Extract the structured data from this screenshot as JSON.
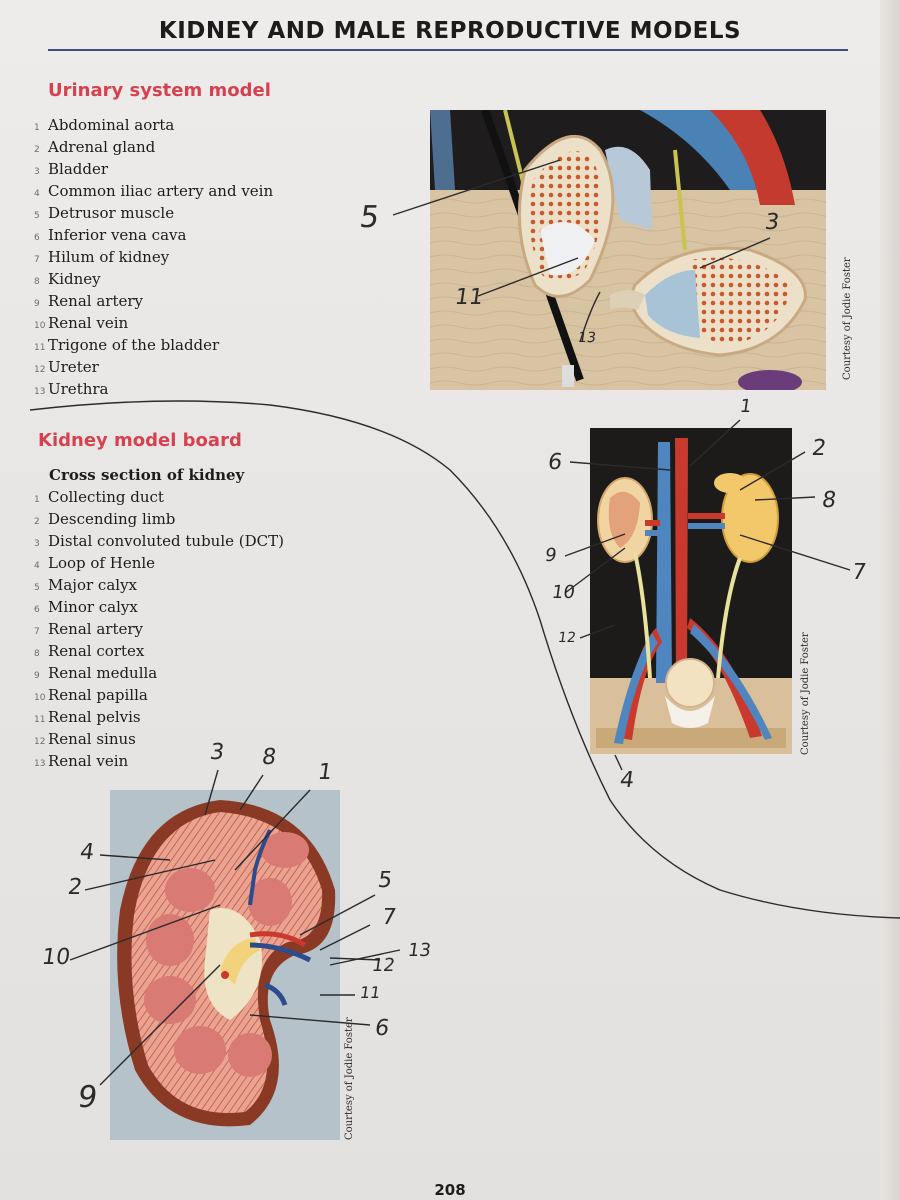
{
  "page": {
    "title": "KIDNEY AND MALE REPRODUCTIVE MODELS",
    "page_number": "208"
  },
  "urinary": {
    "heading": "Urinary system model",
    "items": [
      {
        "num": "1",
        "label": "Abdominal aorta"
      },
      {
        "num": "2",
        "label": "Adrenal gland"
      },
      {
        "num": "3",
        "label": "Bladder"
      },
      {
        "num": "4",
        "label": "Common iliac artery and vein"
      },
      {
        "num": "5",
        "label": "Detrusor muscle"
      },
      {
        "num": "6",
        "label": "Inferior vena cava"
      },
      {
        "num": "7",
        "label": "Hilum of kidney"
      },
      {
        "num": "8",
        "label": "Kidney"
      },
      {
        "num": "9",
        "label": "Renal artery"
      },
      {
        "num": "10",
        "label": "Renal vein"
      },
      {
        "num": "11",
        "label": "Trigone of the bladder"
      },
      {
        "num": "12",
        "label": "Ureter"
      },
      {
        "num": "13",
        "label": "Urethra"
      }
    ]
  },
  "kidney_board": {
    "heading": "Kidney model board",
    "subheading": "Cross section of kidney",
    "items": [
      {
        "num": "1",
        "label": "Collecting duct"
      },
      {
        "num": "2",
        "label": "Descending limb"
      },
      {
        "num": "3",
        "label": "Distal convoluted tubule (DCT)"
      },
      {
        "num": "4",
        "label": "Loop of Henle"
      },
      {
        "num": "5",
        "label": "Major calyx"
      },
      {
        "num": "6",
        "label": "Minor calyx"
      },
      {
        "num": "7",
        "label": "Renal artery"
      },
      {
        "num": "8",
        "label": "Renal cortex"
      },
      {
        "num": "9",
        "label": "Renal medulla"
      },
      {
        "num": "10",
        "label": "Renal papilla"
      },
      {
        "num": "11",
        "label": "Renal pelvis"
      },
      {
        "num": "12",
        "label": "Renal sinus"
      },
      {
        "num": "13",
        "label": "Renal vein"
      }
    ]
  },
  "credits": {
    "bladder": "Courtesy of Jodie Foster",
    "urinary_model": "Courtesy of Jodie Foster",
    "kidney_section": "Courtesy of Jodie Foster"
  },
  "annotations": {
    "bladder": [
      "5",
      "3",
      "11",
      "13"
    ],
    "urinary_model": [
      "1",
      "6",
      "2",
      "8",
      "9",
      "7",
      "10",
      "12",
      "4"
    ],
    "kidney_section": [
      "3",
      "8",
      "1",
      "4",
      "2",
      "5",
      "7",
      "10",
      "13",
      "12",
      "11",
      "6",
      "9"
    ]
  },
  "colors": {
    "title_rule": "#3d4a86",
    "section_heading": "#d6414f",
    "ink": "#1d1c1c",
    "pencil": "#2b2b2b"
  }
}
